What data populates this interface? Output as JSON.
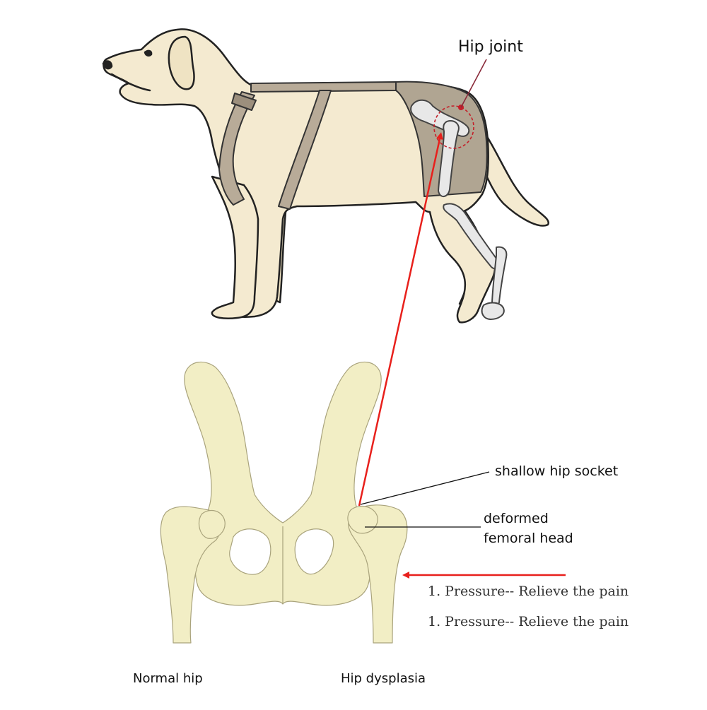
{
  "labels": {
    "hip_joint": "Hip joint",
    "shallow_socket": "shallow hip socket",
    "deformed_line1": "deformed",
    "deformed_line2": "femoral head",
    "pressure_1": "1. Pressure-- Relieve the pain",
    "pressure_2": "1. Pressure-- Relieve the pain",
    "normal_hip": "Normal hip",
    "hip_dysplasia": "Hip dysplasia"
  },
  "colors": {
    "dog_fur": "#f4ead0",
    "dog_outline": "#222222",
    "harness": "#b8ab98",
    "harness_dark": "#9c8f7d",
    "hip_wrap": "#b0a592",
    "bone": "#f2eec5",
    "bone_shade": "#c9c39a",
    "arrow": "#e8201c",
    "leader_line": "#111111",
    "hip_circle": "#c4202a"
  },
  "icons": {
    "dog": "dog-illustration",
    "pelvis": "pelvis-illustration",
    "arrow": "red-arrow"
  }
}
